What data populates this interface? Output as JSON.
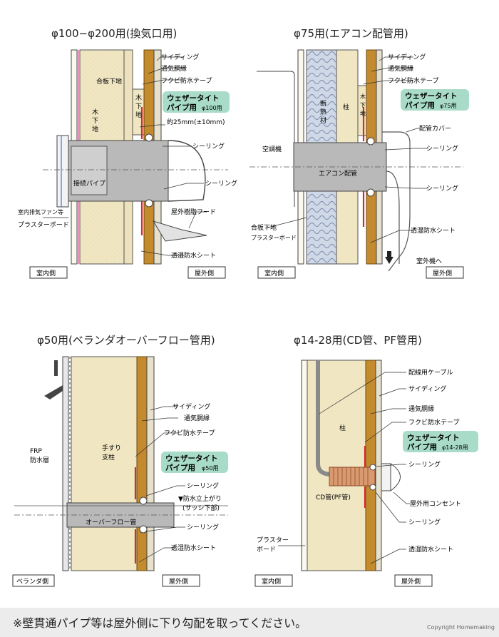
{
  "panel1": {
    "title": "φ100−φ200用(換気口用)",
    "labels": {
      "siding": "サイディング",
      "furring": "通気胴縁",
      "plywood": "合板下地",
      "tape": "フクビ防水テープ",
      "wood1": "木",
      "wood2": "下",
      "wood3": "地",
      "woodbase1": "木",
      "woodbase2": "下",
      "woodbase3": "地",
      "product1": "ウェザータイト",
      "product2": "パイプ用",
      "product_size": "φ100用",
      "gap": "約25mm(±10mm)",
      "sealing1": "シーリング",
      "sealing2": "シーリング",
      "pipe": "接続パイプ",
      "hood": "屋外樹脂フード",
      "fan": "室内排気ファン等",
      "plaster": "プラスターボード",
      "sheet": "透湿防水シート",
      "indoor": "室内側",
      "outdoor": "屋外側"
    }
  },
  "panel2": {
    "title": "φ75用(エアコン配管用)",
    "labels": {
      "siding": "サイディング",
      "furring": "通気胴縁",
      "tape": "フクビ防水テープ",
      "insul1": "断",
      "insul2": "熱",
      "insul3": "材",
      "pillar": "柱",
      "wood1": "木",
      "wood2": "下",
      "wood3": "地",
      "product1": "ウェザータイト",
      "product2": "パイプ用",
      "product_size": "φ75用",
      "cover": "配管カバー",
      "ac": "空調機",
      "sealing1": "シーリング",
      "pipe": "エアコン配管",
      "sealing2": "シーリング",
      "plywood": "合板下地",
      "plaster": "プラスターボード",
      "sheet": "透湿防水シート",
      "tounit": "室外機へ",
      "indoor": "室内側",
      "outdoor": "屋外側"
    }
  },
  "panel3": {
    "title": "φ50用(ベランダオーバーフロー管用)",
    "labels": {
      "siding": "サイディング",
      "furring": "通気胴縁",
      "tape": "フクビ防水テープ",
      "frp1": "FRP",
      "frp2": "防水層",
      "post1": "手すり",
      "post2": "支柱",
      "product1": "ウェザータイト",
      "product2": "パイプ用",
      "product_size": "φ50用",
      "sealing1": "シーリング",
      "rise1": "▼防水立上がり",
      "rise2": "(サッシ下部)",
      "pipe": "オーバーフロー管",
      "sealing2": "シーリング",
      "sheet": "透湿防水シート",
      "indoor": "ベランダ側",
      "outdoor": "屋外側"
    }
  },
  "panel4": {
    "title": "φ14-28用(CD管、PF管用)",
    "labels": {
      "cable": "配線用ケーブル",
      "siding": "サイディング",
      "pillar": "柱",
      "furring": "通気胴縁",
      "tape": "フクビ防水テープ",
      "product1": "ウェザータイト",
      "product2": "パイプ用",
      "product_size": "φ14-28用",
      "sealing1": "シーリング",
      "cd": "CD管(PF管)",
      "outlet": "屋外用コンセント",
      "sealing2": "シーリング",
      "plaster1": "プラスター",
      "plaster2": "ボード",
      "sheet": "透湿防水シート",
      "indoor": "室内側",
      "outdoor": "屋外側"
    }
  },
  "footer": {
    "note": "※壁貫通パイプ等は屋外側に下り勾配を取ってください。",
    "copyright": "Copyright Homemaking"
  },
  "colors": {
    "wood": "#f0e6c2",
    "stud": "#c48a2e",
    "board": "#faf5e2",
    "pipe": "#b9b9b9",
    "seal": "#d42a2a",
    "callout": "#a8dcc9",
    "insulation": "#cfd8e6"
  }
}
